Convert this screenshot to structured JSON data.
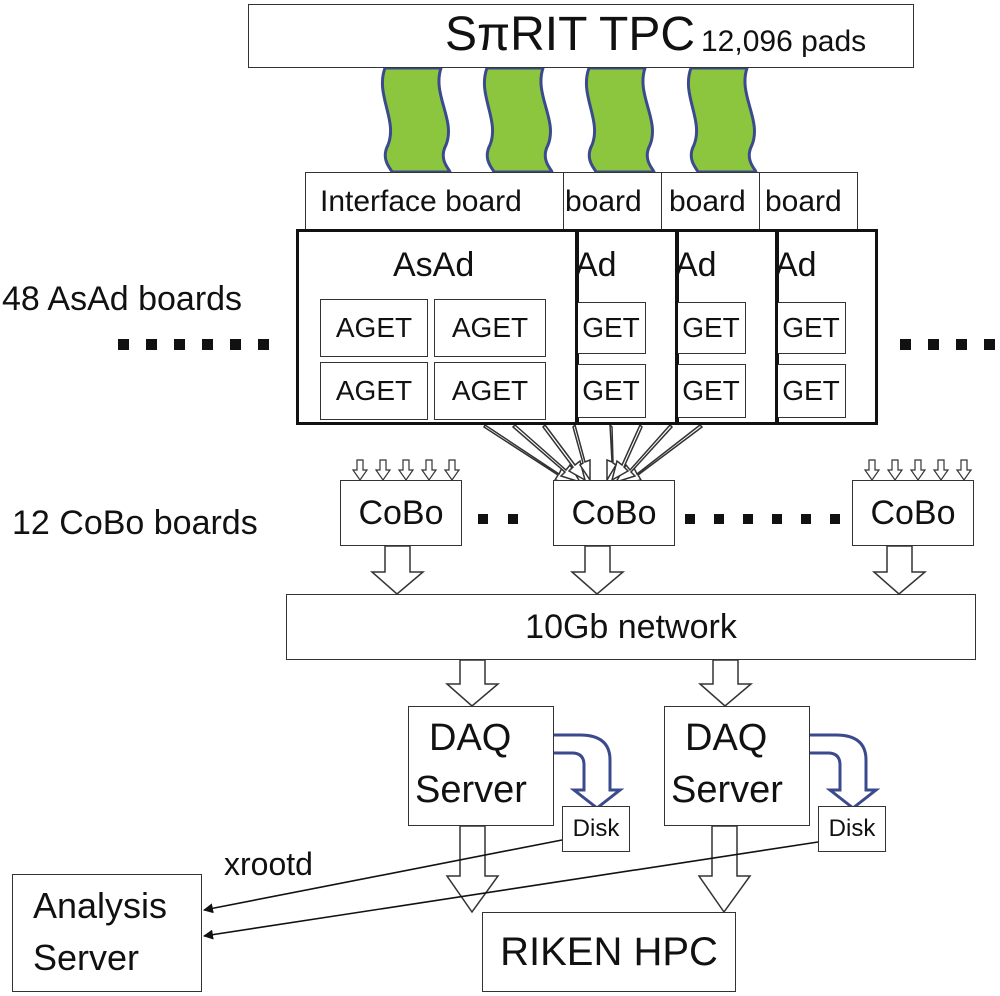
{
  "tpc": {
    "title": "SπRIT TPC",
    "pads": "12,096 pads"
  },
  "interface": {
    "full": "Interface board",
    "short": "board"
  },
  "asad": {
    "title": "AsAd",
    "title_clipped": "Ad",
    "chip": "AGET",
    "chip_clipped": "GET",
    "count_label": "48 AsAd boards"
  },
  "cobo": {
    "label": "CoBo",
    "count_label": "12 CoBo boards"
  },
  "network": {
    "label": "10Gb network"
  },
  "daq": [
    {
      "line1": "DAQ",
      "line2": "Server",
      "disk": "Disk"
    },
    {
      "line1": "DAQ",
      "line2": "Server",
      "disk": "Disk"
    }
  ],
  "xrootd": "xrootd",
  "analysis": {
    "line1": "Analysis",
    "line2": "Server"
  },
  "riken": "RIKEN HPC",
  "colors": {
    "ribbon_fill": "#8cc63f",
    "ribbon_stroke": "#3b4a8c",
    "disk_arrow": "#3b4a8c"
  }
}
